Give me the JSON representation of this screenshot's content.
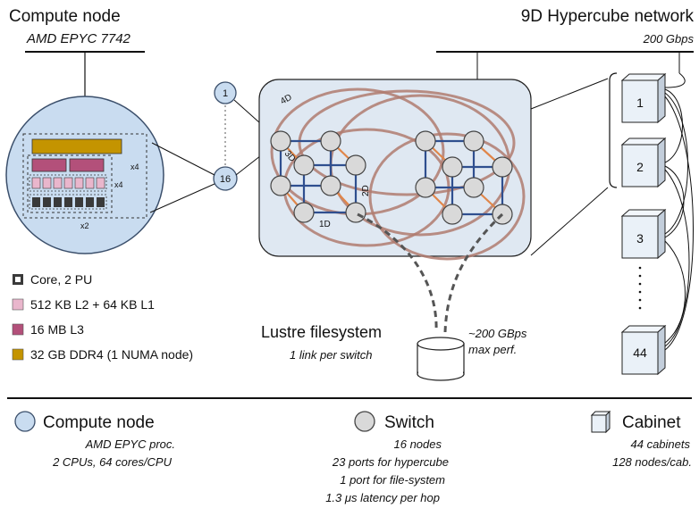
{
  "compute_node": {
    "title": "Compute node",
    "subtitle": "AMD EPYC 7742",
    "mult_x4_a": "x4",
    "mult_x4_b": "x4",
    "mult_x2": "x2",
    "node_first": "1",
    "node_last": "16"
  },
  "hypercube": {
    "title": "9D Hypercube network",
    "subtitle": "200 Gbps",
    "dim_4d": "4D",
    "dim_3d": "3D",
    "dim_2d": "2D",
    "dim_1d": "1D"
  },
  "cabinets_col": [
    "1",
    "2",
    "3",
    "44"
  ],
  "cache_legend": [
    {
      "label": "Core, 2 PU",
      "color": "#3a3a3a"
    },
    {
      "label": "512 KB L2 + 64 KB L1",
      "color": "#e9b6cc"
    },
    {
      "label": "16 MB L3",
      "color": "#b3507a"
    },
    {
      "label": "32 GB DDR4 (1 NUMA node)",
      "color": "#c49400"
    }
  ],
  "lustre": {
    "title": "Lustre filesystem",
    "subtitle": "1 link per switch",
    "perf_line1": "~200 GBps",
    "perf_line2": "max perf."
  },
  "legend": {
    "compute_node": {
      "title": "Compute node",
      "lines": [
        "AMD EPYC proc.",
        "2 CPUs, 64 cores/CPU"
      ]
    },
    "switch": {
      "title": "Switch",
      "lines": [
        "16 nodes",
        "23 ports for hypercube",
        "1 port for file-system",
        "1.3 μs latency per hop"
      ]
    },
    "cabinet": {
      "title": "Cabinet",
      "lines": [
        "44 cabinets",
        "128 nodes/cab."
      ]
    }
  },
  "colors": {
    "node_fill": "#c9dcf0",
    "node_stroke": "#3b4f6b",
    "panel_fill": "#dfe8f2",
    "switch_fill": "#d9d9d9",
    "ring": "#b07b70",
    "edge_blue": "#2f4f8f",
    "edge_orange": "#e0864a"
  }
}
